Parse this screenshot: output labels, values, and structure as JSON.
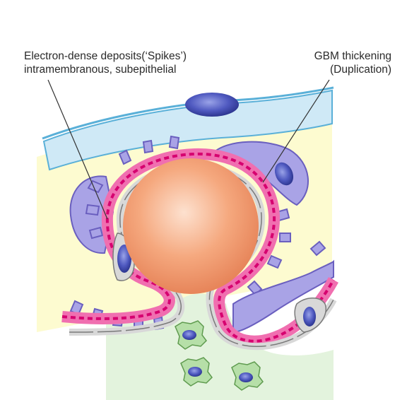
{
  "labels": {
    "deposits": {
      "line1": "Electron-dense deposits(‘Spikes’)",
      "line2": "intramembranous, subepithelial"
    },
    "gbm": {
      "line1": "GBM thickening",
      "line2": "(Duplication)"
    }
  },
  "colors": {
    "background": "#ffffff",
    "bowman_space": "#fdfbd0",
    "parietal_cell": "#cfe9f6",
    "parietal_edge": "#5ab0d8",
    "nucleus": "#3f49b0",
    "nucleus_light": "#7b86d8",
    "podocyte": "#a9a3e6",
    "podocyte_edge": "#6a5fbf",
    "gbm": "#f06fb0",
    "gbm_edge": "#c2185b",
    "deposit": "#d6006f",
    "endothelium": "#d8d8d8",
    "endothelium_edge": "#7a7a7a",
    "rbc": "#f5a87e",
    "mesangium": "#e3f3dd",
    "mesangial_cell": "#b6dfa8",
    "leader_line": "#333333"
  }
}
